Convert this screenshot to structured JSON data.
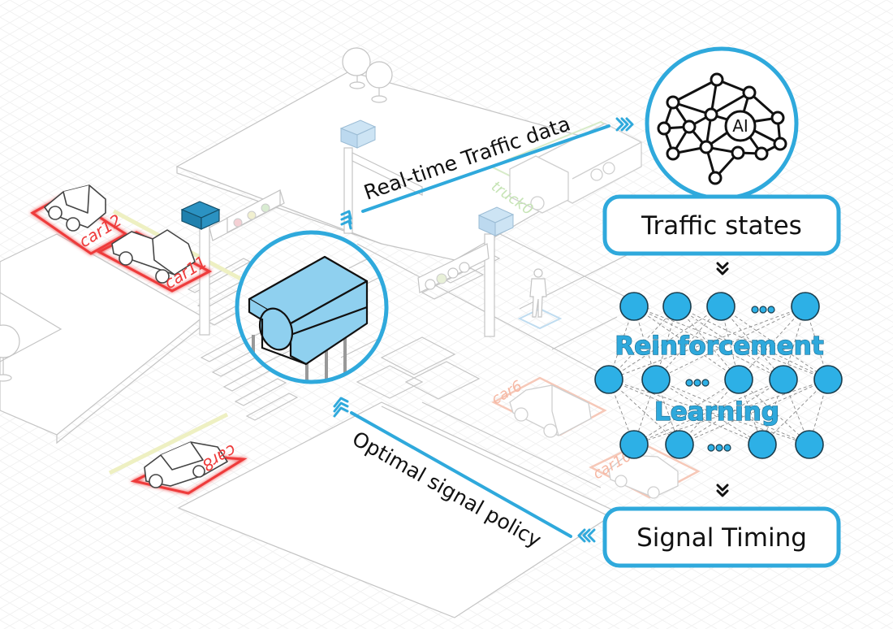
{
  "title": "Reinforcement learning based adaptive traffic signal control",
  "colors": {
    "accent_blue": "#2fa9dc",
    "neuron_blue": "#2db0e6",
    "camera_blue": "#8fd0ef",
    "detection_red": "#ee3b3b",
    "faint_orange": "#f6b8a4",
    "faint_green": "#c6e4b5",
    "text_dark": "#111111"
  },
  "flows": {
    "realtime": {
      "label": "Real-time Traffic data",
      "direction": "camera-to-ai",
      "arrow_icon": "triple-chevron-right"
    },
    "policy": {
      "label": "Optimal signal policy",
      "direction": "signal-timing-to-camera",
      "arrow_icon": "triple-chevron-left"
    }
  },
  "ai_badge": {
    "text": "AI",
    "icon": "brain-network-icon"
  },
  "boxes": {
    "traffic_states": "Traffic states",
    "signal_timing": "Signal Timing"
  },
  "rl_network": {
    "line1": "Reinforcement",
    "line2": "Learning",
    "layers": [
      {
        "visible_neurons": 4,
        "ellipsis": "•••"
      },
      {
        "visible_neurons": 5,
        "ellipsis": "•••"
      },
      {
        "visible_neurons": 4,
        "ellipsis": "•••"
      }
    ],
    "down_arrow_icon": "double-chevron-down"
  },
  "detections": [
    {
      "label": "car12",
      "style": "highlight"
    },
    {
      "label": "car11",
      "style": "highlight"
    },
    {
      "label": "car8",
      "style": "highlight"
    },
    {
      "label": "truck0",
      "style": "faint-green"
    },
    {
      "label": "car6",
      "style": "faint-orange"
    },
    {
      "label": "car10",
      "style": "faint-orange"
    }
  ],
  "scene_icons": [
    "cctv-camera-icon",
    "traffic-light-icon",
    "pedestrian-icon",
    "tree-icon",
    "truck-icon",
    "car-icon"
  ]
}
